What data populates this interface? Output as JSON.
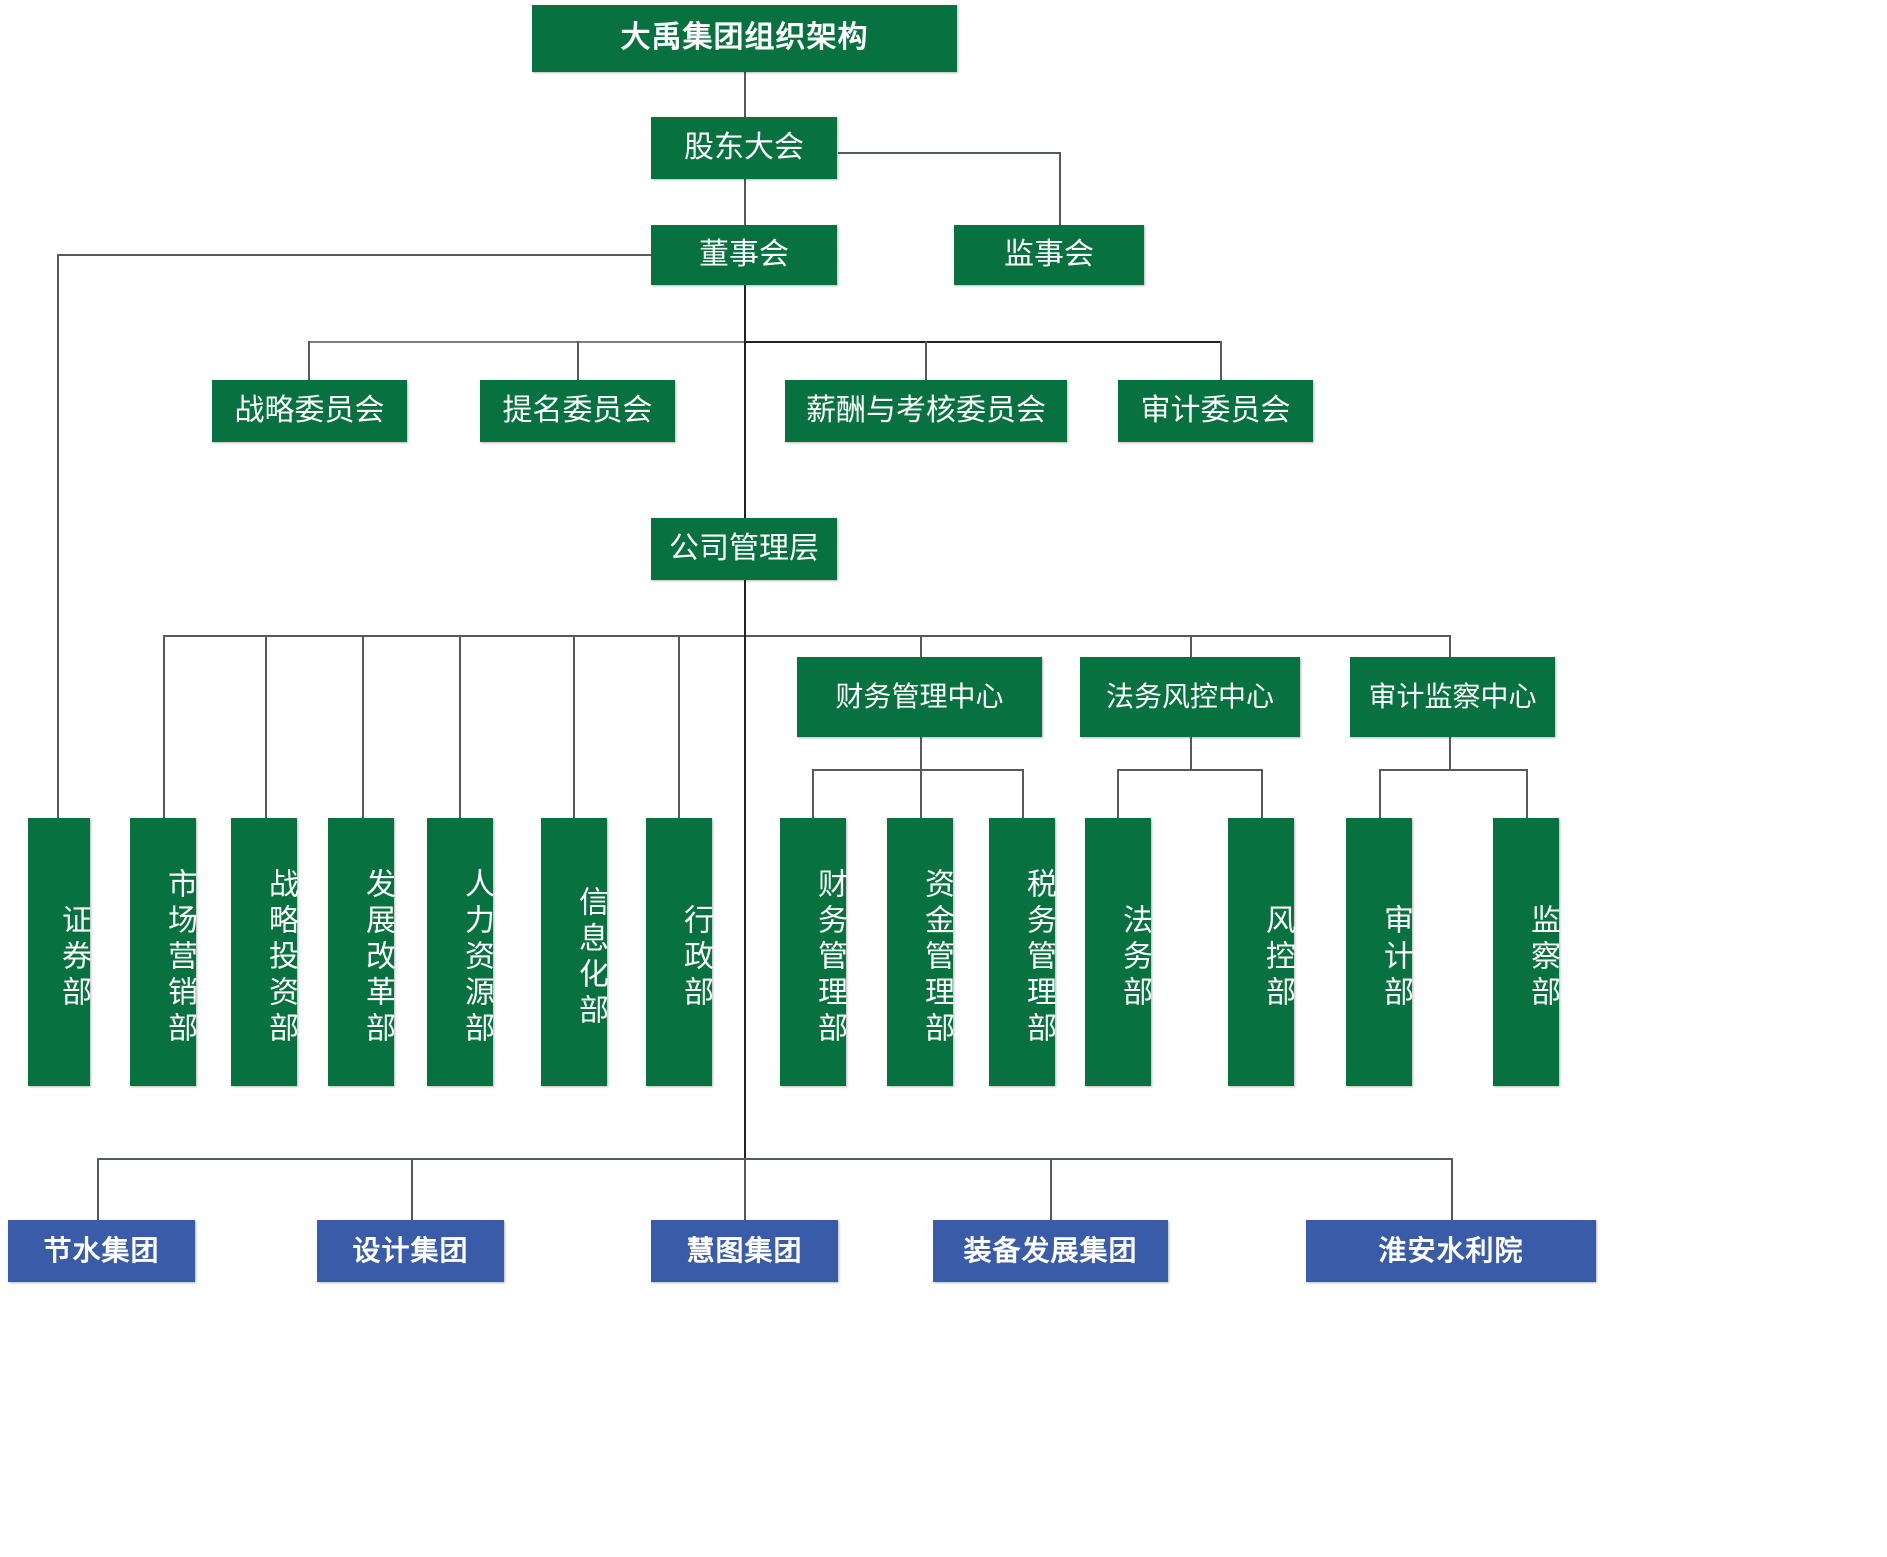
{
  "chart_data": {
    "type": "diagram",
    "title": "大禹集团组织架构",
    "diagram_kind": "organizational-chart",
    "colors": {
      "primary_box": "#07713F",
      "subsidiary_box": "#3A5BA8",
      "box_text": "#FFFFFF",
      "connector": "#555A5E",
      "background": "#FFFFFF"
    },
    "levels": [
      {
        "name": "title",
        "nodes": [
          "大禹集团组织架构"
        ]
      },
      {
        "name": "shareholders",
        "nodes": [
          "股东大会"
        ]
      },
      {
        "name": "board",
        "nodes": [
          "董事会",
          "监事会"
        ]
      },
      {
        "name": "committees",
        "nodes": [
          "战略委员会",
          "提名委员会",
          "薪酬与考核委员会",
          "审计委员会"
        ]
      },
      {
        "name": "management",
        "nodes": [
          "公司管理层"
        ]
      },
      {
        "name": "centers",
        "nodes": [
          "财务管理中心",
          "法务风控中心",
          "审计监察中心"
        ]
      },
      {
        "name": "departments",
        "nodes": [
          "证券部",
          "市场营销部",
          "战略投资部",
          "发展改革部",
          "人力资源部",
          "信息化部",
          "行政部",
          "财务管理部",
          "资金管理部",
          "税务管理部",
          "法务部",
          "风控部",
          "审计部",
          "监察部"
        ]
      },
      {
        "name": "subsidiaries",
        "nodes": [
          "节水集团",
          "设计集团",
          "慧图集团",
          "装备发展集团",
          "淮安水利院"
        ]
      }
    ]
  },
  "title": {
    "label": "大禹集团组织架构"
  },
  "shareholders": {
    "label": "股东大会"
  },
  "board": {
    "label": "董事会"
  },
  "supervisors": {
    "label": "监事会"
  },
  "committees": [
    {
      "label": "战略委员会"
    },
    {
      "label": "提名委员会"
    },
    {
      "label": "薪酬与考核委员会"
    },
    {
      "label": "审计委员会"
    }
  ],
  "management": {
    "label": "公司管理层"
  },
  "centers": [
    {
      "label": "财务管理中心"
    },
    {
      "label": "法务风控中心"
    },
    {
      "label": "审计监察中心"
    }
  ],
  "departments": [
    {
      "label": "证券部"
    },
    {
      "label": "市场营销部"
    },
    {
      "label": "战略投资部"
    },
    {
      "label": "发展改革部"
    },
    {
      "label": "人力资源部"
    },
    {
      "label": "信息化部"
    },
    {
      "label": "行政部"
    },
    {
      "label": "财务管理部"
    },
    {
      "label": "资金管理部"
    },
    {
      "label": "税务管理部"
    },
    {
      "label": "法务部"
    },
    {
      "label": "风控部"
    },
    {
      "label": "审计部"
    },
    {
      "label": "监察部"
    }
  ],
  "subsidiaries": [
    {
      "label": "节水集团"
    },
    {
      "label": "设计集团"
    },
    {
      "label": "慧图集团"
    },
    {
      "label": "装备发展集团"
    },
    {
      "label": "淮安水利院"
    }
  ]
}
